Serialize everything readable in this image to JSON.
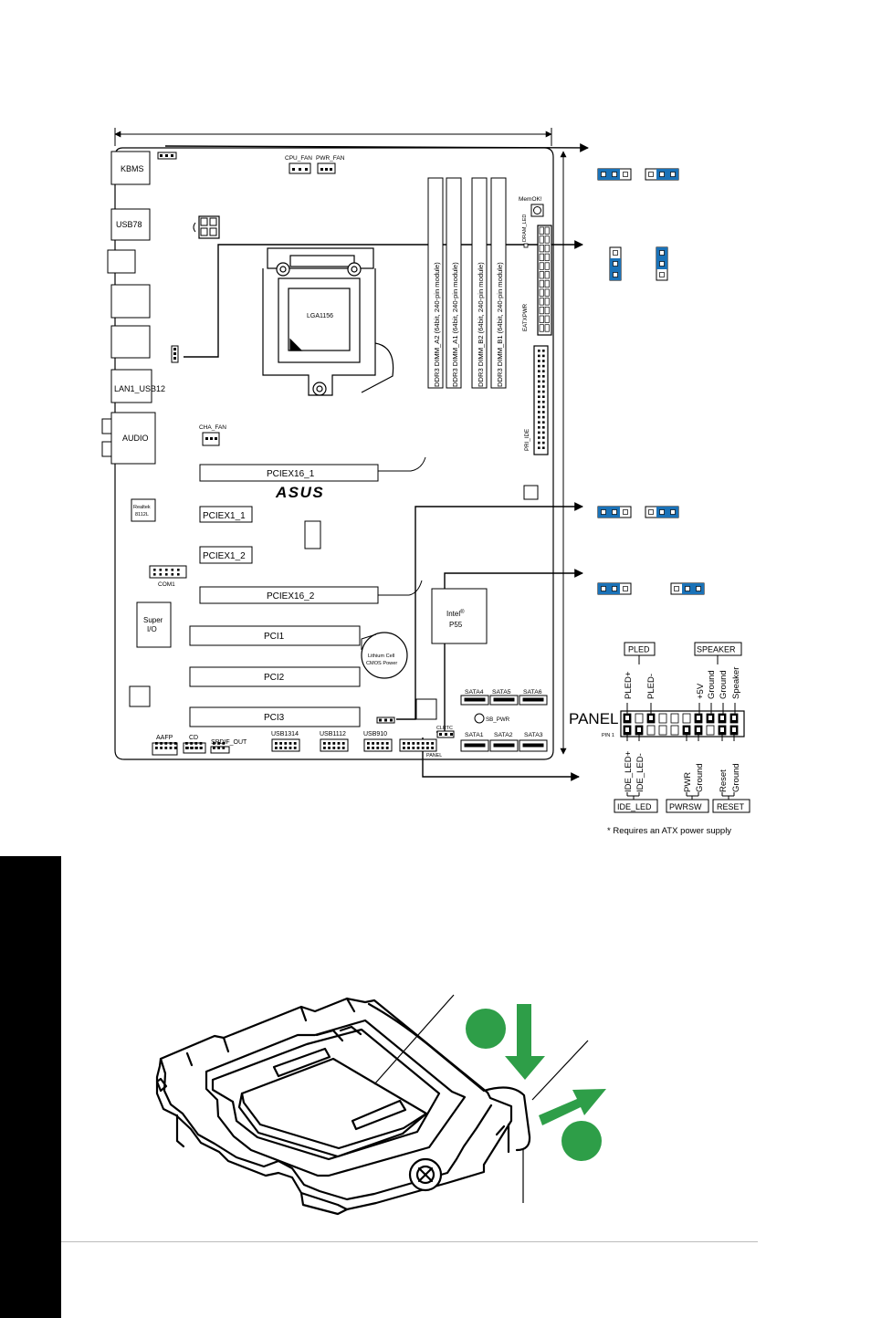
{
  "board": {
    "io": {
      "kbms": "KBMS",
      "usb78": "USB78",
      "lan1_usb12": "LAN1_USB12",
      "audio": "AUDIO"
    },
    "fans": {
      "cpu_fan": "CPU_FAN",
      "pwr_fan": "PWR_FAN",
      "cha_fan": "CHA_FAN"
    },
    "cpu_socket": "LGA1156",
    "dimm": [
      "DDR3 DIMM_A2 (64bit, 240-pin module)",
      "DDR3 DIMM_A1 (64bit, 240-pin module)",
      "DDR3 DIMM_B2 (64bit, 240-pin module)",
      "DDR3 DIMM_B1 (64bit, 240-pin module)"
    ],
    "memok": "MemOK!",
    "dram_led": "DRAM_LED",
    "eatxpwr": "EATXPWR",
    "pri_ide": "PRI_IDE",
    "pcie": {
      "pciex16_1": "PCIEX16_1",
      "pciex1_1": "PCIEX1_1",
      "pciex1_2": "PCIEX1_2",
      "pciex16_2": "PCIEX16_2",
      "pci1": "PCI1",
      "pci2": "PCI2",
      "pci3": "PCI3"
    },
    "brand_logo": "ASUS",
    "realtek": [
      "Realtek",
      "8112L"
    ],
    "com1": "COM1",
    "super_io": [
      "Super",
      "I/O"
    ],
    "battery": [
      "Lithium Cell",
      "CMOS Power"
    ],
    "chipset": [
      "Intel",
      "®",
      "P55"
    ],
    "sata": [
      "SATA4",
      "SATA5",
      "SATA6",
      "SATA1",
      "SATA2",
      "SATA3"
    ],
    "sb_pwr": "SB_PWR",
    "clrtc": "CLRTC",
    "panel_small": "PANEL",
    "bottom_headers": {
      "aafp": "AAFP",
      "cd": "CD",
      "spdif_out": "SPDIF_OUT",
      "usb1314": "USB1314",
      "usb1112": "USB1112",
      "usb910": "USB910"
    }
  },
  "panel": {
    "title": "PANEL",
    "pin1": "PIN 1",
    "top_pins": [
      "PLED+",
      "PLED-",
      "+5V",
      "Ground",
      "Ground",
      "Speaker"
    ],
    "bottom_pins": [
      "IDE_LED+",
      "IDE_LED-",
      "PWR",
      "Ground",
      "Reset",
      "Ground"
    ],
    "top_groups": [
      "PLED",
      "SPEAKER"
    ],
    "bottom_groups": [
      "IDE_LED",
      "PWRSW",
      "RESET"
    ]
  },
  "footnote": "* Requires an ATX power supply",
  "colors": {
    "jumper_blue": "#1a72b8",
    "arrow_green": "#2e9e48",
    "sidebar": "#000000"
  }
}
